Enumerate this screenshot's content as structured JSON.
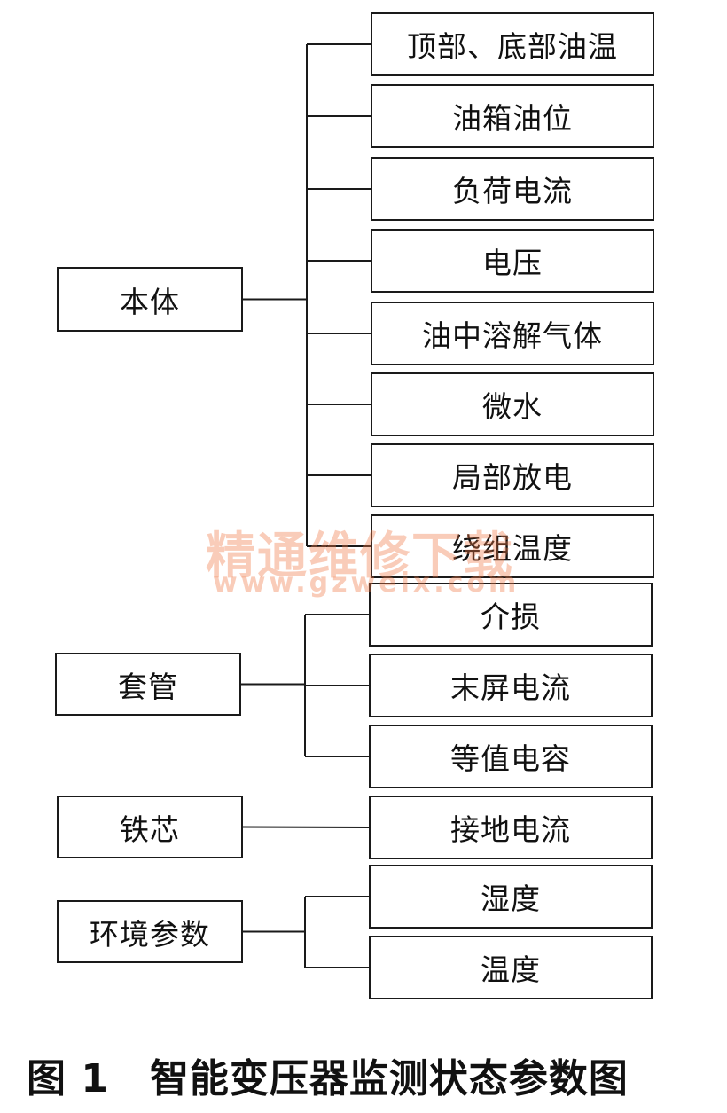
{
  "groups": [
    {
      "label": "本体",
      "items": [
        "顶部、底部油温",
        "油箱油位",
        "负荷电流",
        "电压",
        "油中溶解气体",
        "微水",
        "局部放电",
        "绕组温度"
      ]
    },
    {
      "label": "套管",
      "items": [
        "介损",
        "末屏电流",
        "等值电容"
      ]
    },
    {
      "label": "铁芯",
      "items": [
        "接地电流"
      ]
    },
    {
      "label": "环境参数",
      "items": [
        "湿度",
        "温度"
      ]
    }
  ],
  "watermark": {
    "text": "精通维修下载",
    "url": "www.gzweix.com"
  },
  "caption": {
    "number": "图 1",
    "title": "智能变压器监测状态参数图"
  },
  "colors": {
    "line": "#1a1a1a",
    "watermark": "#f07846"
  }
}
